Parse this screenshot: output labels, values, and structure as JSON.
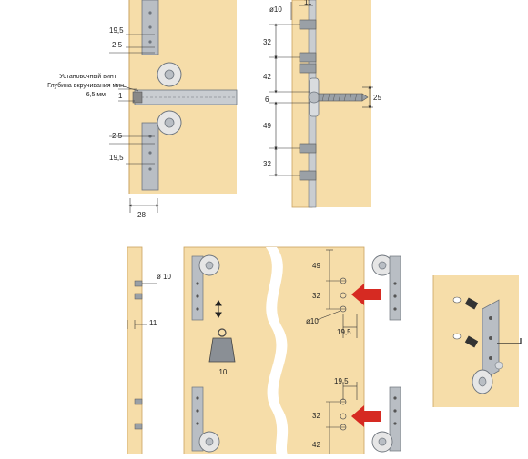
{
  "colors": {
    "wood": "#f6dda9",
    "wood_edge": "#caa25f",
    "metal": "#b9bec4",
    "metal_dark": "#6e757d",
    "dim_line": "#333333",
    "arrow_red": "#d62a22"
  },
  "topleft": {
    "dims": [
      "19,5",
      "2,5",
      "1",
      "2,5",
      "19,5",
      "28"
    ],
    "screw_note": [
      "Установочный винт",
      "Глубина вкручивания мин.",
      "6,5 мм"
    ]
  },
  "topmid": {
    "dims": [
      "ø10",
      "11",
      "32",
      "42",
      "6",
      "49",
      "32",
      "25"
    ]
  },
  "bottomleft": {
    "dims": [
      "ø 10",
      "11"
    ]
  },
  "bottommid": {
    "weight_label": ". 10",
    "dims": [
      "49",
      "32",
      "ø10",
      "19,5",
      "19,5",
      "32",
      "42"
    ]
  },
  "icons": [
    "adjust-arrow-icon",
    "weight-icon",
    "red-arrow-icon",
    "hinge-fitting-icon",
    "wall-plug-icon"
  ]
}
